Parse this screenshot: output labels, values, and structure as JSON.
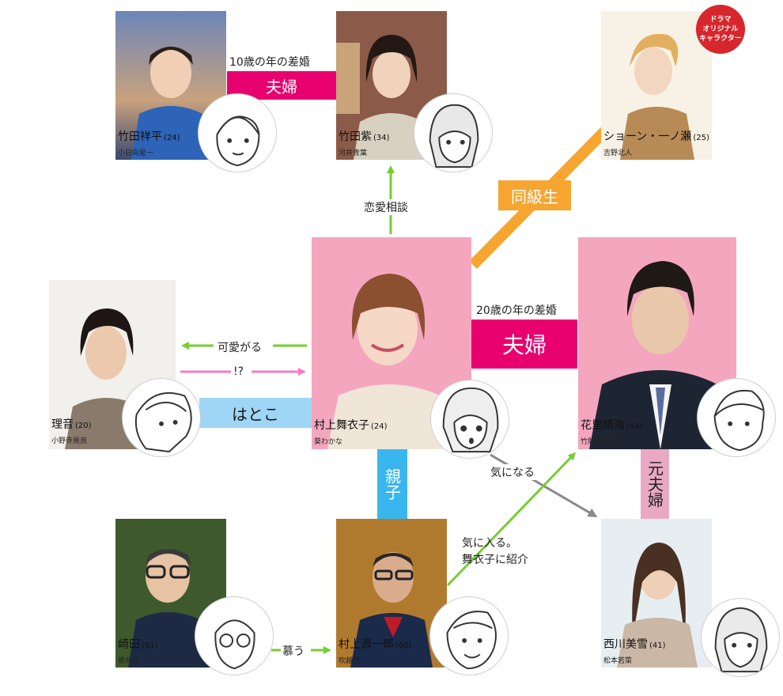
{
  "badge": {
    "line1": "ドラマ",
    "line2": "オリジナル",
    "line3": "キャラクター"
  },
  "colors": {
    "magenta": "#e8006f",
    "orange": "#f6a531",
    "light_blue": "#9fd5f5",
    "cyan": "#39b6ee",
    "pink": "#e9a9c2",
    "green": "#77cc33",
    "gray": "#8a8a8a",
    "badge_red": "#d7262c"
  },
  "people": {
    "shohei": {
      "name": "竹田祥平",
      "age": "(24)",
      "actor": "小日向星一"
    },
    "yukari": {
      "name": "竹田紫",
      "age": "(34)",
      "actor": "河井青葉"
    },
    "shawn": {
      "name": "ショーン・一ノ瀬",
      "age": "(25)",
      "actor": "吉野北人"
    },
    "rion": {
      "name": "理音",
      "age": "(20)",
      "actor": "小野寺晃良"
    },
    "maiko": {
      "name": "村上舞衣子",
      "age": "(24)",
      "actor": "葵わかな"
    },
    "harumi": {
      "name": "花里晴海",
      "age": "(44)",
      "actor": "竹財輝之助"
    },
    "sakita": {
      "name": "崎田",
      "age": "(61)",
      "actor": "徳井優"
    },
    "genichiro": {
      "name": "村上源一郎",
      "age": "(60)",
      "actor": "吹越満"
    },
    "miyuki": {
      "name": "西川美雪",
      "age": "(41)",
      "actor": "松本若菜"
    }
  },
  "relations": {
    "top_couple_note": "10歳の年の差婚",
    "top_couple": "夫婦",
    "main_couple_note": "20歳の年の差婚",
    "main_couple": "夫婦",
    "classmate": "同級生",
    "consult": "恋愛相談",
    "kawaigaru": "可愛がる",
    "question": "!?",
    "hatoko": "はとこ",
    "oyako": "親子",
    "kininaru": "気になる",
    "motofufu": "元夫婦",
    "kiniiru_1": "気に入る。",
    "kiniiru_2": "舞衣子に紹介",
    "shitau": "慕う"
  }
}
